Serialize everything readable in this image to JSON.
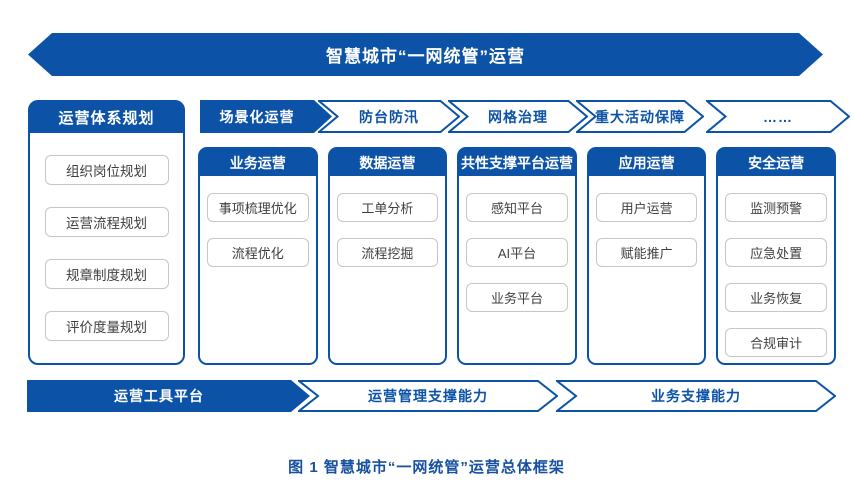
{
  "colors": {
    "primary_blue": "#0C53A7",
    "caption_blue": "#17509F",
    "item_border": "#C6C6C6",
    "item_text": "#3F3F3F"
  },
  "banner": {
    "title": "智慧城市“一网统管”运营"
  },
  "left_panel": {
    "header": "运营体系规划",
    "items": [
      "组织岗位规划",
      "运营流程规划",
      "规章制度规划",
      "评价度量规划"
    ]
  },
  "scenario_row": {
    "lead": "场景化运营",
    "arrows": [
      "防台防汛",
      "网格治理",
      "重大活动保障",
      "……"
    ]
  },
  "columns": [
    {
      "header": "业务运营",
      "items": [
        "事项梳理优化",
        "流程优化"
      ]
    },
    {
      "header": "数据运营",
      "items": [
        "工单分析",
        "流程挖掘"
      ]
    },
    {
      "header": "共性支撑平台运营",
      "items": [
        "感知平台",
        "AI平台",
        "业务平台"
      ]
    },
    {
      "header": "应用运营",
      "items": [
        "用户运营",
        "赋能推广"
      ]
    },
    {
      "header": "安全运营",
      "items": [
        "监测预警",
        "应急处置",
        "业务恢复",
        "合规审计"
      ]
    }
  ],
  "bottom_row": {
    "lead": "运营工具平台",
    "arrows": [
      "运营管理支撑能力",
      "业务支撑能力"
    ]
  },
  "caption": "图 1 智慧城市“一网统管”运营总体框架"
}
